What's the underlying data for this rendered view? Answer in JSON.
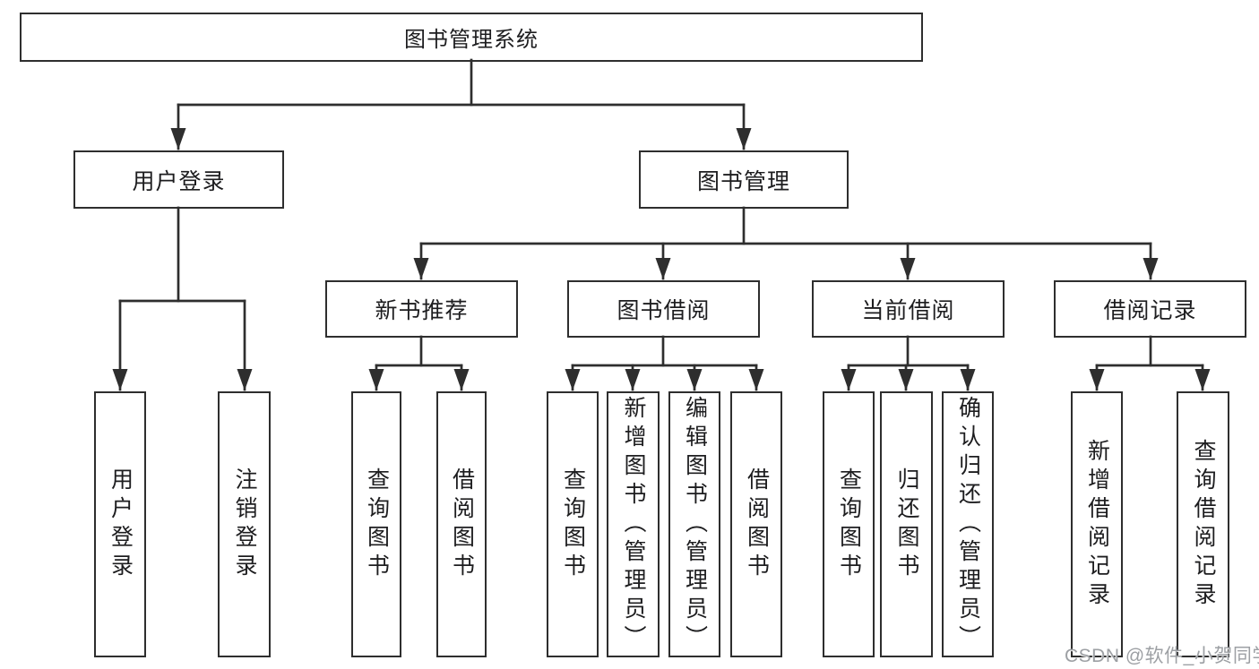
{
  "nodes": {
    "root": "图书管理系统",
    "user_login": "用户登录",
    "book_management": "图书管理",
    "new_book_recommend": "新书推荐",
    "book_borrow": "图书借阅",
    "current_borrow": "当前借阅",
    "borrow_records": "借阅记录",
    "user_login_leaf": "用户登录",
    "logout_leaf": "注销登录",
    "newbook_query_books": "查询图书",
    "newbook_borrow_books": "借阅图书",
    "borrow_query_books": "查询图书",
    "borrow_add_books_admin": "新增图书（管理员）",
    "borrow_edit_books_admin": "编辑图书（管理员）",
    "borrow_borrow_books": "借阅图书",
    "current_query_books": "查询图书",
    "current_return_books": "归还图书",
    "current_confirm_return_admin": "确认归还（管理员）",
    "records_add_record": "新增借阅记录",
    "records_query_record": "查询借阅记录"
  },
  "hierarchy": {
    "图书管理系统": {
      "用户登录": [
        "用户登录",
        "注销登录"
      ],
      "图书管理": {
        "新书推荐": [
          "查询图书",
          "借阅图书"
        ],
        "图书借阅": [
          "查询图书",
          "新增图书（管理员）",
          "编辑图书（管理员）",
          "借阅图书"
        ],
        "当前借阅": [
          "查询图书",
          "归还图书",
          "确认归还（管理员）"
        ],
        "借阅记录": [
          "新增借阅记录",
          "查询借阅记录"
        ]
      }
    }
  },
  "watermark": "CSDN @软件_小贺同学",
  "colors": {
    "line": "#2e2e2e",
    "box_border": "#2e2e2e",
    "text": "#1d1d1f",
    "background": "#ffffff",
    "watermark": "#9da0a4"
  }
}
